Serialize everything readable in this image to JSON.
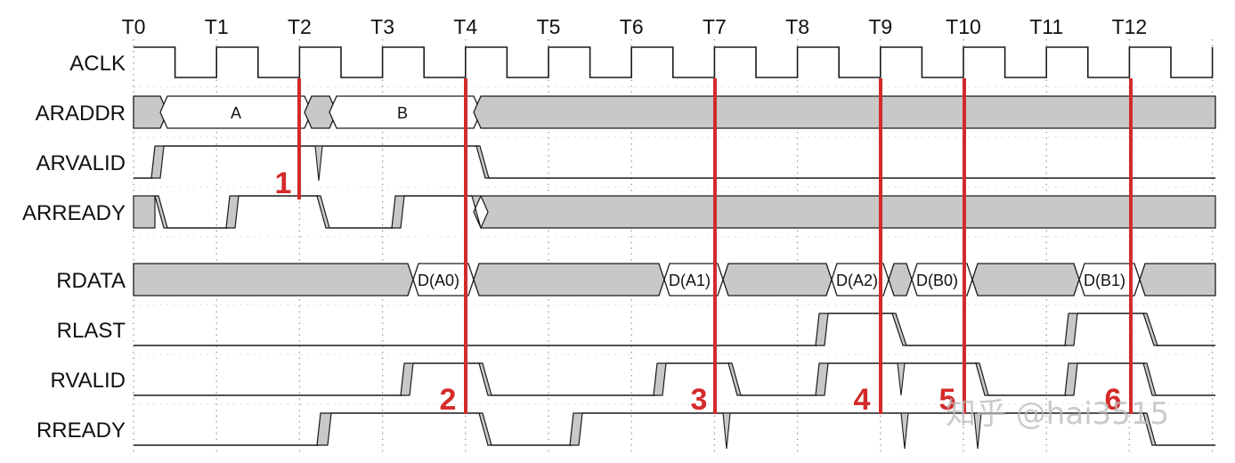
{
  "ticks": [
    "T0",
    "T1",
    "T2",
    "T3",
    "T4",
    "T5",
    "T6",
    "T7",
    "T8",
    "T9",
    "T10",
    "T11",
    "T12"
  ],
  "signals": [
    "ACLK",
    "ARADDR",
    "ARVALID",
    "ARREADY",
    "RDATA",
    "RLAST",
    "RVALID",
    "RREADY"
  ],
  "araddr_labels": [
    "A",
    "B"
  ],
  "rdata_labels": [
    "D(A0)",
    "D(A1)",
    "D(A2)",
    "D(B0)",
    "D(B1)"
  ],
  "markers": [
    "1",
    "2",
    "3",
    "4",
    "5",
    "6"
  ],
  "watermark": "知乎 @hai3515",
  "colors": {
    "bus_gray": "#c8c8c8",
    "line": "#1a1a1a",
    "marker_red": "#d42a2a",
    "grid_dot": "#9a9a9a"
  }
}
